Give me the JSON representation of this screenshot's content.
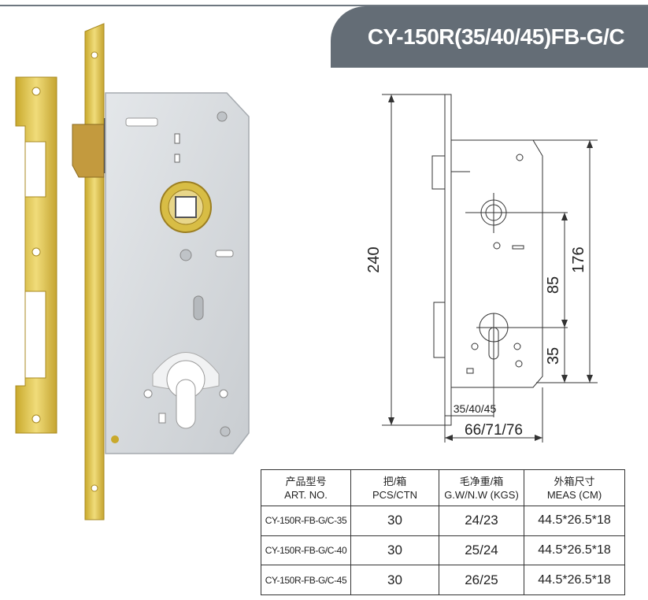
{
  "title": "CY-150R(35/40/45)FB-G/C",
  "dimensions": {
    "total_height": "240",
    "upper_height": "176",
    "handle_to_cylinder": "85",
    "cylinder_offset": "35",
    "backset": "35/40/45",
    "case_width": "66/71/76"
  },
  "table": {
    "headers": [
      {
        "zh": "产品型号",
        "en": "ART. NO."
      },
      {
        "zh": "把/箱",
        "en": "PCS/CTN"
      },
      {
        "zh": "毛净重/箱",
        "en": "G.W/N.W (KGS)"
      },
      {
        "zh": "外箱尺寸",
        "en": "MEAS (CM)"
      }
    ],
    "rows": [
      {
        "art": "CY-150R-FB-G/C-35",
        "pcs": "30",
        "weight": "24/23",
        "meas": "44.5*26.5*18"
      },
      {
        "art": "CY-150R-FB-G/C-40",
        "pcs": "30",
        "weight": "25/24",
        "meas": "44.5*26.5*18"
      },
      {
        "art": "CY-150R-FB-G/C-45",
        "pcs": "30",
        "weight": "26/25",
        "meas": "44.5*26.5*18"
      }
    ]
  },
  "colors": {
    "title_bar": "#646d76",
    "brass": "#d8bd45",
    "lock_body": "#d9dcdf"
  }
}
